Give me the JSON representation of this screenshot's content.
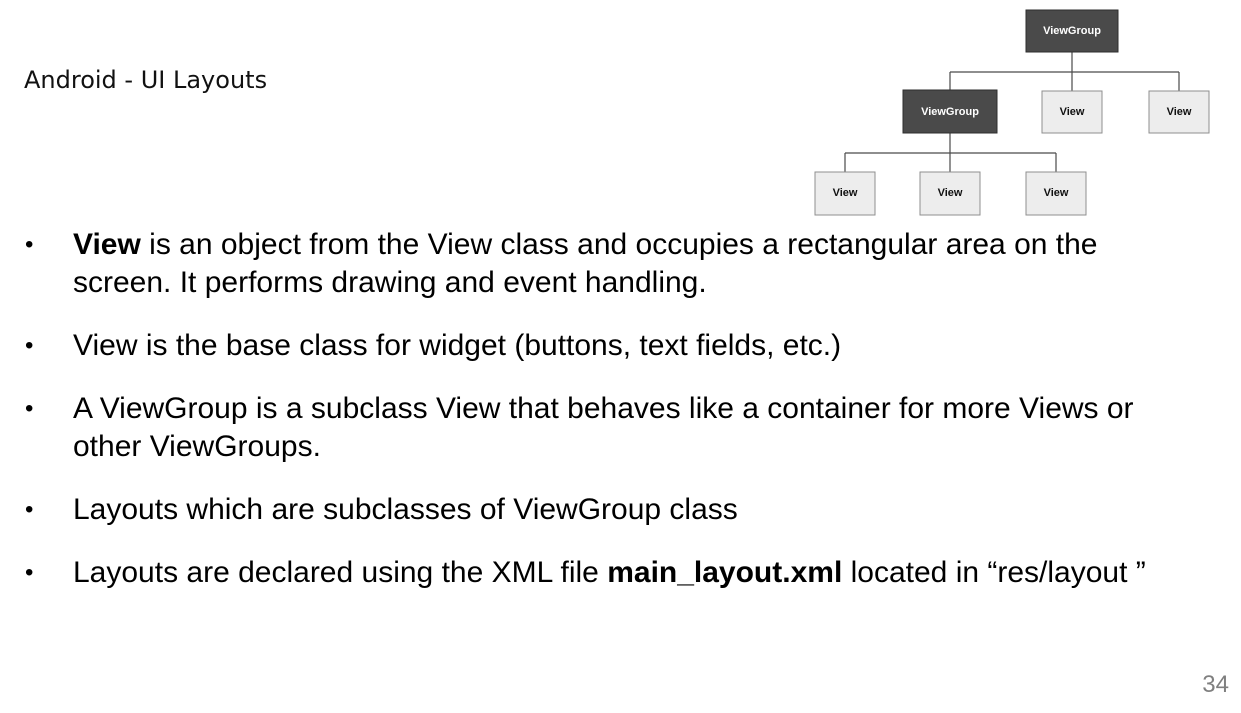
{
  "slide": {
    "title": "Android - UI Layouts",
    "page_number": "34"
  },
  "diagram": {
    "root": "ViewGroup",
    "level1": [
      "ViewGroup",
      "View",
      "View"
    ],
    "level2": [
      "View",
      "View",
      "View"
    ]
  },
  "bullets": [
    {
      "bold": "View",
      "text": " is an object from the View class and occupies a rectangular area on the screen. It performs drawing and event handling."
    },
    {
      "text": "View is the base class for widget (buttons, text fields, etc.)"
    },
    {
      "text": "A ViewGroup is a subclass View that behaves like a container for more Views or other ViewGroups."
    },
    {
      "text": "Layouts which are subclasses of ViewGroup class"
    },
    {
      "text_before": "Layouts are declared using the XML file ",
      "bold": "main_layout.xml",
      "text_after": " located in “res/layout ”"
    }
  ],
  "bullet_glyph": "•"
}
